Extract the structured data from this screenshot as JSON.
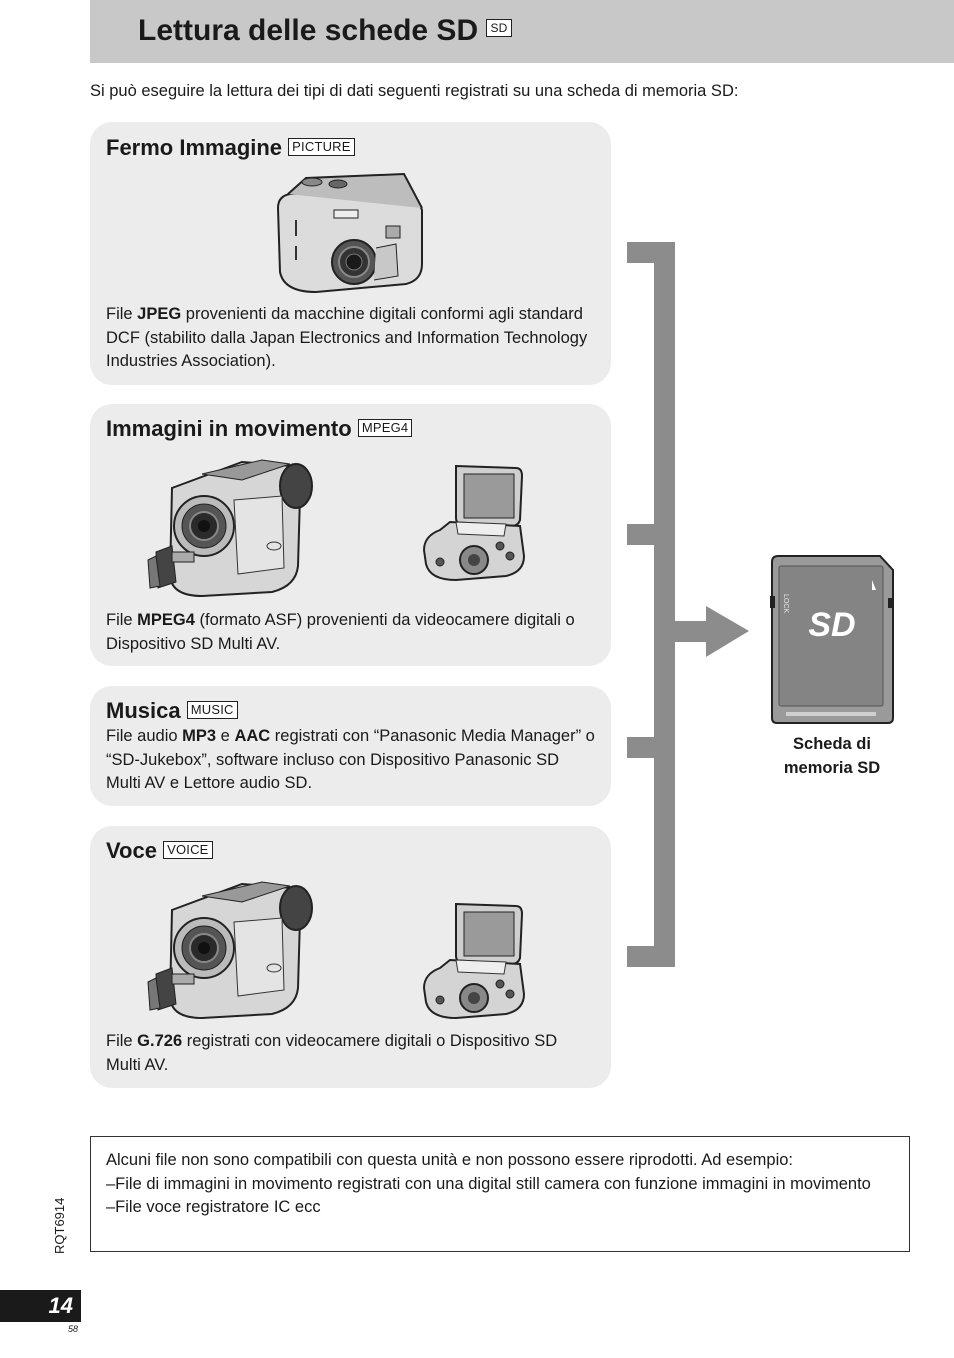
{
  "header": {
    "title": "Lettura delle schede SD",
    "tag": "SD"
  },
  "intro": "Si può eseguire la lettura dei tipi di dati seguenti registrati su una scheda di memoria SD:",
  "cards": [
    {
      "title": "Fermo Immagine",
      "tag": "PICTURE",
      "text_parts": [
        "File ",
        "JPEG",
        " provenienti da macchine digitali conformi agli standard DCF (stabilito dalla Japan Electronics and Information Technology Industries Association)."
      ]
    },
    {
      "title": "Immagini in movimento",
      "tag": "MPEG4",
      "text_parts": [
        "File ",
        "MPEG4",
        " (formato ASF) provenienti da videocamere digitali o Dispositivo SD Multi AV."
      ]
    },
    {
      "title": "Musica",
      "tag": "MUSIC",
      "text_parts": [
        "File audio ",
        "MP3",
        " e ",
        "AAC",
        " registrati con “Panasonic Media Manager” o “SD-Jukebox”, software incluso con Dispositivo Panasonic SD Multi AV e Lettore audio SD."
      ]
    },
    {
      "title": "Voce",
      "tag": "VOICE",
      "text_parts": [
        "File ",
        "G.726",
        " registrati con videocamere digitali o Dispositivo SD Multi AV."
      ]
    }
  ],
  "sd_card": {
    "logo": "SD",
    "lock_label": "LOCK",
    "caption_line1": "Scheda di",
    "caption_line2": "memoria SD"
  },
  "note": {
    "line1": "Alcuni file non sono compatibili con questa unità e non possono essere riprodotti. Ad esempio:",
    "item1": "–File di immagini in movimento registrati con una digital still camera con funzione immagini in movimento",
    "item2": "–File voce registratore IC ecc"
  },
  "footer": {
    "doc_code": "RQT6914",
    "page_number": "14",
    "sub_number": "58"
  },
  "colors": {
    "title_bar": "#c8c8c8",
    "card_bg": "#ececec",
    "connector": "#8c8c8c"
  },
  "icons": [
    "digital-camera-icon",
    "camcorder-icon",
    "sd-multi-av-device-icon",
    "sd-card-icon"
  ]
}
